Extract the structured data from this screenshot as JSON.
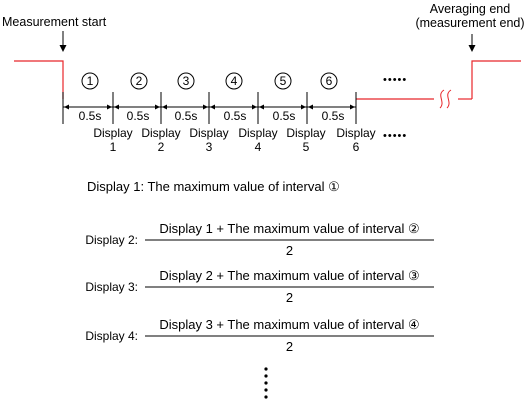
{
  "labels": {
    "start": "Measurement start",
    "end_line1": "Averaging end",
    "end_line2": "(measurement end)"
  },
  "intervals": [
    {
      "num": "1",
      "duration": "0.5s",
      "display_word": "Display",
      "display_num": "1"
    },
    {
      "num": "2",
      "duration": "0.5s",
      "display_word": "Display",
      "display_num": "2"
    },
    {
      "num": "3",
      "duration": "0.5s",
      "display_word": "Display",
      "display_num": "3"
    },
    {
      "num": "4",
      "duration": "0.5s",
      "display_word": "Display",
      "display_num": "4"
    },
    {
      "num": "5",
      "duration": "0.5s",
      "display_word": "Display",
      "display_num": "5"
    },
    {
      "num": "6",
      "duration": "0.5s",
      "display_word": "Display",
      "display_num": "6"
    }
  ],
  "ellipsis": "•••••",
  "definitions": {
    "display1": "Display 1: The maximum value of interval ①",
    "equations": [
      {
        "label": "Display 2:",
        "numerator": "Display 1 + The maximum value of interval ②",
        "denominator": "2"
      },
      {
        "label": "Display 3:",
        "numerator": "Display 2 + The maximum value of interval ③",
        "denominator": "2"
      },
      {
        "label": "Display 4:",
        "numerator": "Display 3 + The maximum value of interval ④",
        "denominator": "2"
      }
    ],
    "continuation": "⋮"
  },
  "colors": {
    "signal": "#e8262a",
    "ink": "#000000"
  }
}
